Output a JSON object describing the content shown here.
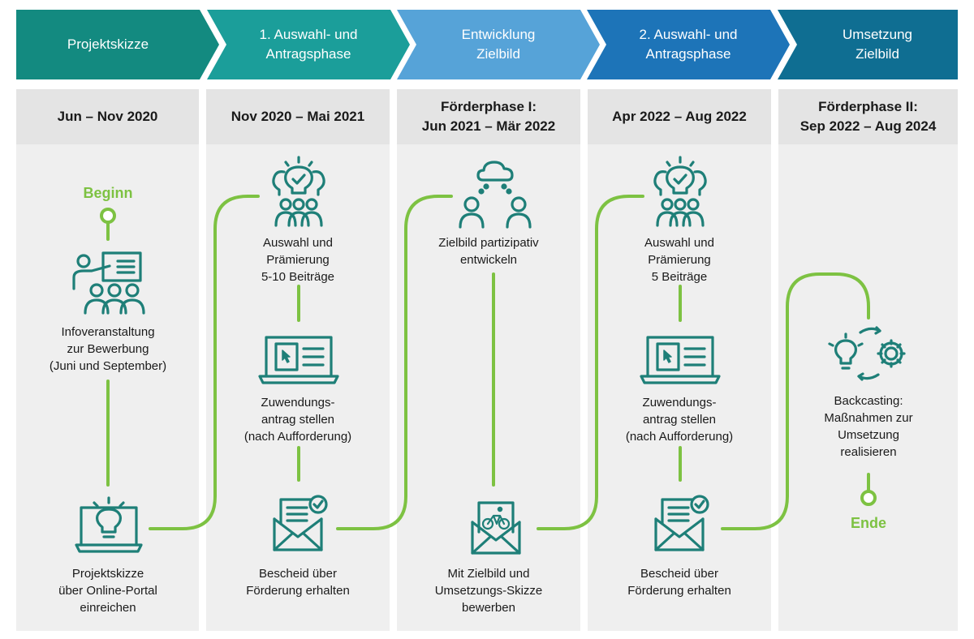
{
  "phases": [
    {
      "title_lines": [
        "Projektskizze"
      ],
      "color": "#138a80"
    },
    {
      "title_lines": [
        "1. Auswahl- und",
        "Antragsphase"
      ],
      "color": "#1b9e9a"
    },
    {
      "title_lines": [
        "Entwicklung",
        "Zielbild"
      ],
      "color": "#56a3d8"
    },
    {
      "title_lines": [
        "2. Auswahl- und",
        "Antragsphase"
      ],
      "color": "#1d74b8"
    },
    {
      "title_lines": [
        "Umsetzung",
        "Zielbild"
      ],
      "color": "#0f6e92"
    }
  ],
  "dates": [
    [
      "Jun – Nov 2020"
    ],
    [
      "Nov 2020 – Mai 2021"
    ],
    [
      "Förderphase I:",
      "Jun 2021 – Mär 2022"
    ],
    [
      "Apr 2022 – Aug 2022"
    ],
    [
      "Förderphase II:",
      "Sep 2022 – Aug 2024"
    ]
  ],
  "start_label": "Beginn",
  "end_label": "Ende",
  "steps": {
    "info": [
      "Infoveranstaltung",
      "zur Bewerbung",
      "(Juni und September)"
    ],
    "skizze": [
      "Projektskizze",
      "über Online-Portal",
      "einreichen"
    ],
    "auswahl1": [
      "Auswahl und",
      "Prämierung",
      "5-10 Beiträge"
    ],
    "antrag1": [
      "Zuwendungs-",
      "antrag stellen",
      "(nach Aufforderung)"
    ],
    "bescheid1": [
      "Bescheid über",
      "Förderung erhalten"
    ],
    "zielbild": [
      "Zielbild partizipativ",
      "entwickeln"
    ],
    "bewerben": [
      "Mit Zielbild und",
      "Umsetzungs-Skizze",
      "bewerben"
    ],
    "auswahl2": [
      "Auswahl und",
      "Prämierung",
      "5 Beiträge"
    ],
    "antrag2": [
      "Zuwendungs-",
      "antrag stellen",
      "(nach Aufforderung)"
    ],
    "bescheid2": [
      "Bescheid über",
      "Förderung erhalten"
    ],
    "backcasting": [
      "Backcasting:",
      "Maßnahmen zur",
      "Umsetzung",
      "realisieren"
    ]
  },
  "colors": {
    "flow_green": "#7dc242",
    "icon_teal": "#1e7f78",
    "column_bg": "#efefef",
    "date_band_bg": "#e4e4e4"
  },
  "icons": [
    "presentation-icon",
    "laptop-lightbulb-icon",
    "lightbulb-people-icon",
    "laptop-document-icon",
    "envelope-check-icon",
    "cloud-people-icon",
    "envelope-bicycle-icon",
    "lightbulb-gear-icon"
  ]
}
